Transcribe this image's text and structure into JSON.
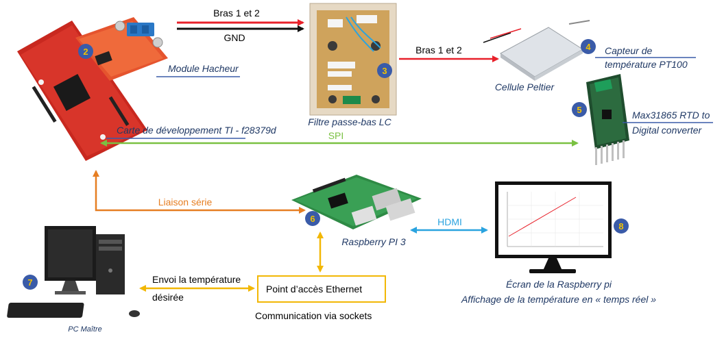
{
  "connections": {
    "bras_top": "Bras 1 et 2",
    "gnd": "GND",
    "bras_right": "Bras 1 et 2",
    "spi": "SPI",
    "serial": "Liaison série",
    "hdmi": "HDMI",
    "envoi_line1": "Envoi la température",
    "envoi_line2": "désirée",
    "sockets": "Communication via sockets"
  },
  "nodes": {
    "hacheur": {
      "badge": "2",
      "label": "Module Hacheur"
    },
    "carte": {
      "label": "Carte de développement TI - f28379d"
    },
    "filtre": {
      "badge": "3",
      "label": "Filtre passe-bas LC"
    },
    "peltier": {
      "label": "Cellule Peltier"
    },
    "capteur": {
      "badge": "4",
      "label_line1": "Capteur de",
      "label_line2": "température PT100"
    },
    "max": {
      "badge": "5",
      "label_line1": "Max31865 RTD to",
      "label_line2": "Digital converter"
    },
    "raspberry": {
      "badge": "6",
      "label": "Raspberry PI 3"
    },
    "pc": {
      "badge": "7",
      "label": "PC Maître"
    },
    "ecran": {
      "badge": "8",
      "label_line1": "Écran de la Raspberry pi",
      "label_line2": "Affichage de la température en « temps réel »"
    },
    "ethernet": {
      "label": "Point d’accès Ethernet"
    }
  },
  "colors": {
    "red": "#e8202a",
    "black": "#111111",
    "green": "#7ac142",
    "orange": "#e67e22",
    "blue": "#2aa3df",
    "yellow": "#f2b705",
    "badge": "#3a5ba8",
    "badge_text": "#f2c200",
    "caption": "#1f3864"
  }
}
